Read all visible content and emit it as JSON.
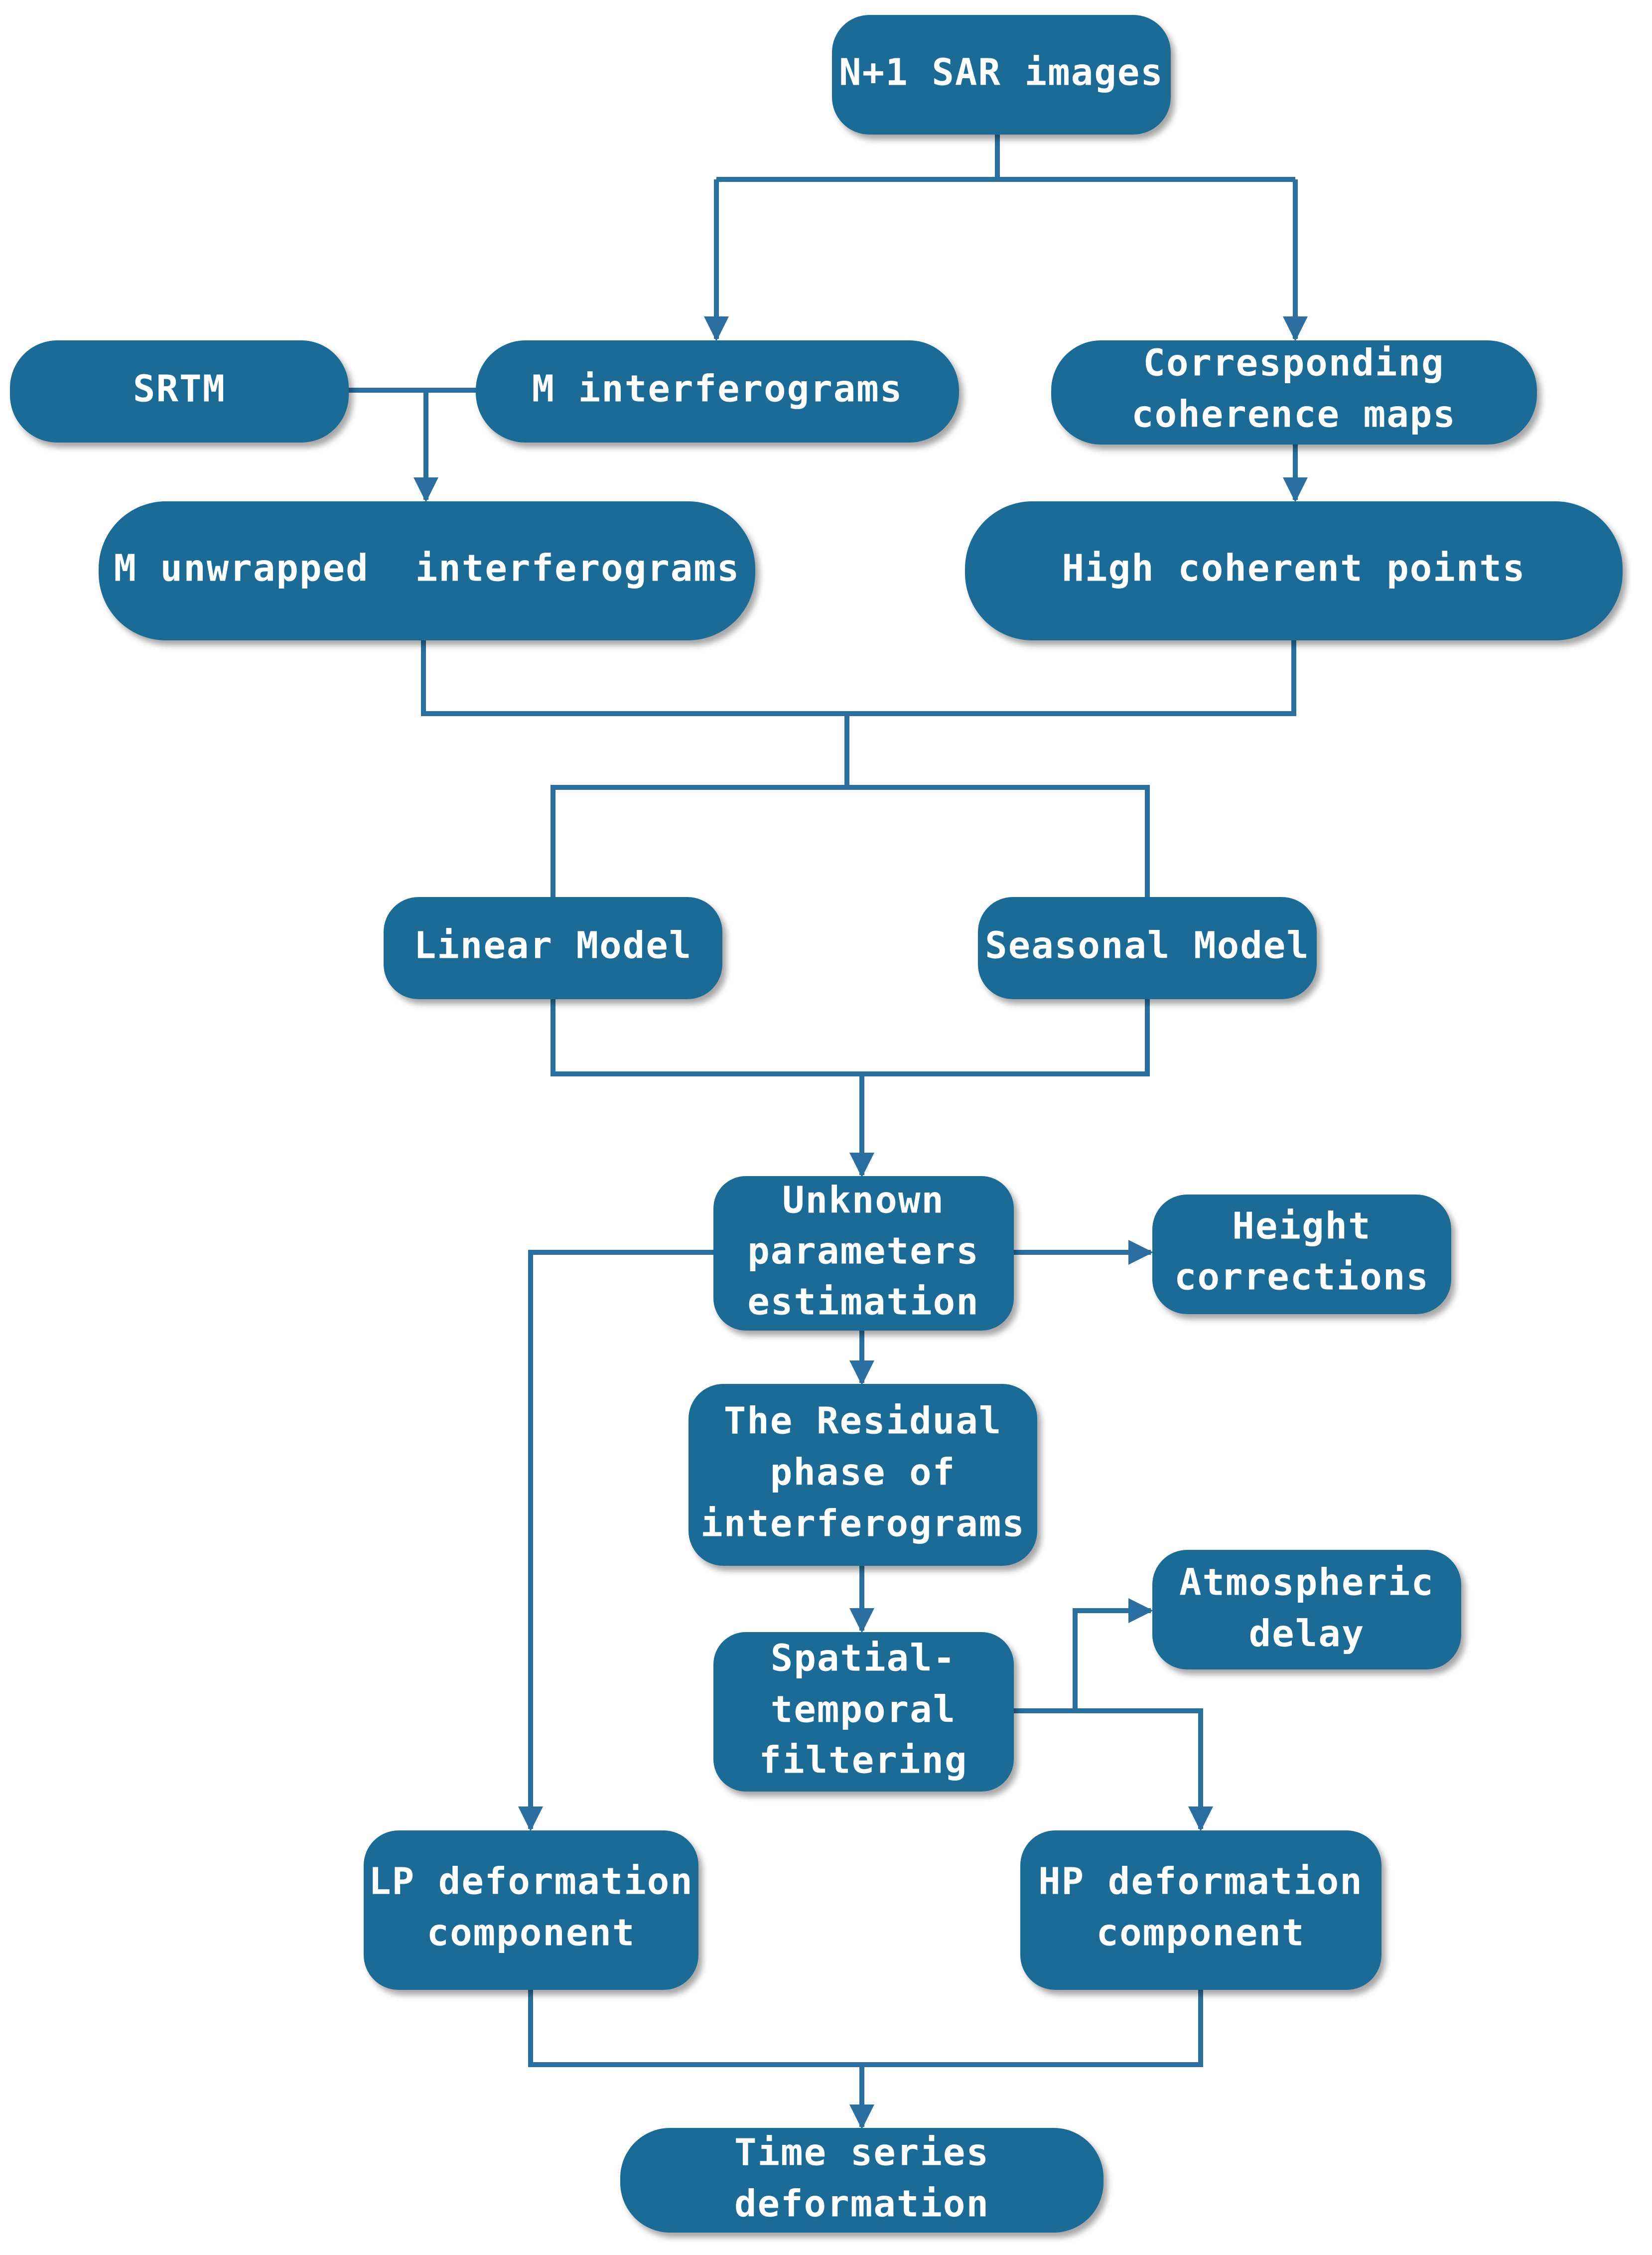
{
  "nodes": {
    "sar": [
      "N+1 SAR images"
    ],
    "srtm": [
      "SRTM"
    ],
    "interferograms": [
      "M interferograms"
    ],
    "coherence": [
      "Corresponding",
      "coherence maps"
    ],
    "unwrapped": [
      "M unwrapped  interferograms"
    ],
    "high_coherent": [
      "High coherent points"
    ],
    "linear": [
      "Linear Model"
    ],
    "seasonal": [
      "Seasonal Model"
    ],
    "unknown": [
      "Unknown",
      "parameters",
      "estimation"
    ],
    "height": [
      "Height",
      "corrections"
    ],
    "residual": [
      "The Residual",
      "phase of",
      "interferograms"
    ],
    "atmos": [
      "Atmospheric",
      "delay"
    ],
    "spatial": [
      "Spatial-",
      "temporal",
      "filtering"
    ],
    "lp": [
      "LP deformation",
      "component"
    ],
    "hp": [
      "HP deformation",
      "component"
    ],
    "timeseries": [
      "Time series",
      "deformation"
    ]
  },
  "colors": {
    "node_fill": "#1a6b96",
    "connector": "#2a6fa0",
    "text": "#ffffff"
  }
}
